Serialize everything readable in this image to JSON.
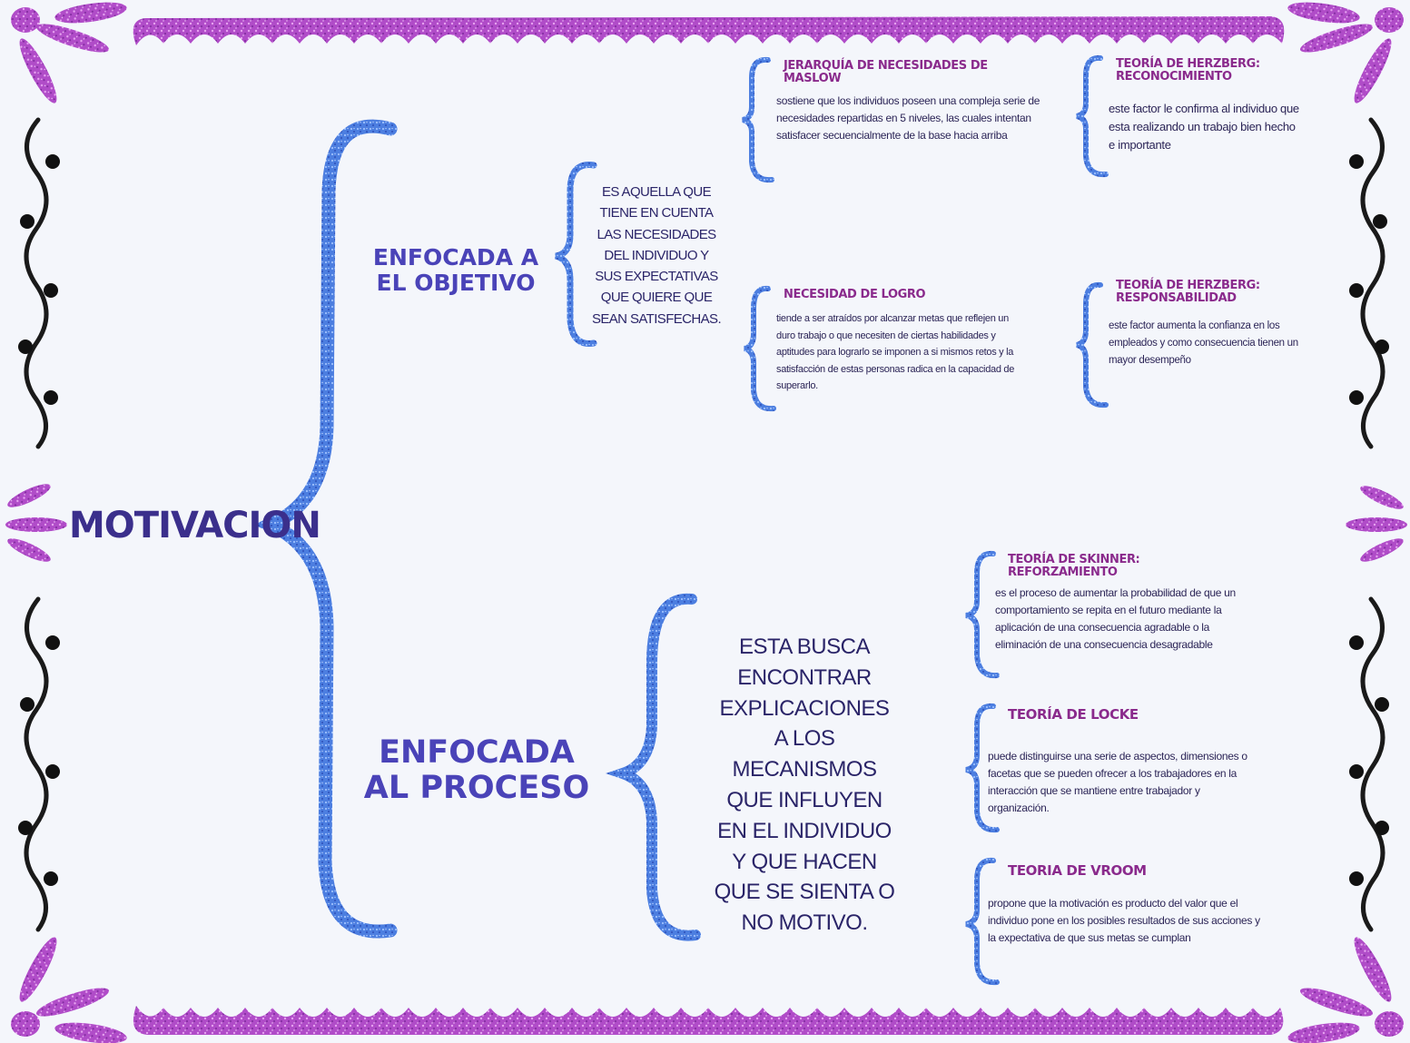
{
  "title": "MOTIVACION",
  "branches": [
    {
      "label": "ENFOCADA A EL OBJETIVO",
      "description": "ES AQUELLA QUE TIENE EN CUENTA LAS NECESIDADES DEL INDIVIDUO Y SUS EXPECTATIVAS QUE QUIERE QUE SEAN SATISFECHAS.",
      "theories": [
        {
          "title": "JERARQUÍA DE NECESIDADES DE MASLOW",
          "text": "sostiene que los individuos poseen una compleja serie de necesidades repartidas en 5 niveles, las cuales intentan satisfacer secuencialmente de la base hacia arriba"
        },
        {
          "title": "TEORÍA DE HERZBERG: RECONOCIMIENTO",
          "text": "este factor le confirma al individuo que esta realizando un trabajo bien hecho e importante"
        },
        {
          "title": "NECESIDAD DE LOGRO",
          "text": "tiende a ser atraídos por alcanzar metas que reflejen un duro trabajo o que necesiten de ciertas habilidades y aptitudes para lograrlo se imponen a si mismos retos y la satisfacción de estas personas radica en la capacidad de superarlo."
        },
        {
          "title": "TEORÍA DE HERZBERG: RESPONSABILIDAD",
          "text": "este factor aumenta la confianza en los empleados y como consecuencia tienen un mayor desempeño"
        }
      ]
    },
    {
      "label": "ENFOCADA AL PROCESO",
      "description": "ESTA BUSCA ENCONTRAR EXPLICACIONES A LOS MECANISMOS QUE INFLUYEN EN EL INDIVIDUO Y QUE HACEN QUE SE SIENTA O NO MOTIVO.",
      "theories": [
        {
          "title": "TEORÍA DE SKINNER: REFORZAMIENTO",
          "text": "es el proceso de aumentar la probabilidad de que un comportamiento se repita en el futuro mediante la aplicación de una consecuencia agradable o la eliminación de una consecuencia desagradable"
        },
        {
          "title": "TEORÍA DE LOCKE",
          "text": "puede distinguirse una serie de aspectos, dimensiones o facetas que se pueden ofrecer a los trabajadores en la interacción que se mantiene entre trabajador y organización."
        },
        {
          "title": "TEORIA DE VROOM",
          "text": "propone que la motivación es producto del valor que el individuo pone en los posibles resultados de sus acciones y la expectativa de que sus metas se cumplan"
        }
      ]
    }
  ],
  "colors": {
    "background": "#f4f6fb",
    "brace": "#4f7fe0",
    "brace_dark": "#3458c8",
    "frame": "#b347c4",
    "title": "#3b2f8c",
    "branch": "#4a43b8",
    "card_title": "#8a2a8c",
    "body_text": "#2b2456"
  }
}
